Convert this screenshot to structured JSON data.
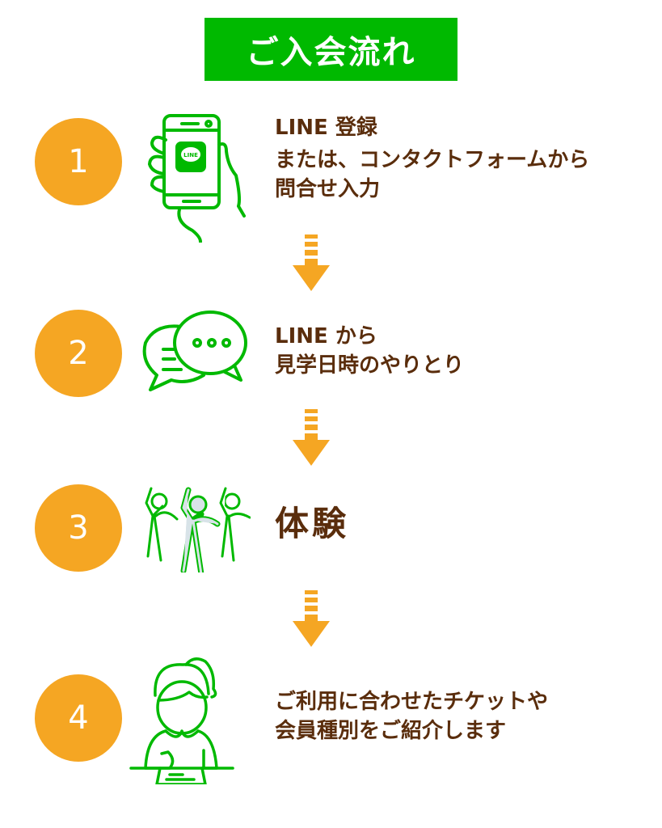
{
  "title": "ご入会流れ",
  "steps": [
    {
      "number": "1",
      "lines": [
        "LINE 登録",
        "または、コンタクトフォームから",
        "問合せ入力"
      ],
      "icon_logo": "LINE"
    },
    {
      "number": "2",
      "lines": [
        "LINE から",
        "見学日時のやりとり"
      ]
    },
    {
      "number": "3",
      "lines": [
        "体験"
      ]
    },
    {
      "number": "4",
      "lines": [
        "ご利用に合わせたチケットや",
        "会員種別をご紹介します"
      ]
    }
  ],
  "colors": {
    "green": "#00b900",
    "orange": "#f5a623",
    "text": "#5a2d0c"
  }
}
